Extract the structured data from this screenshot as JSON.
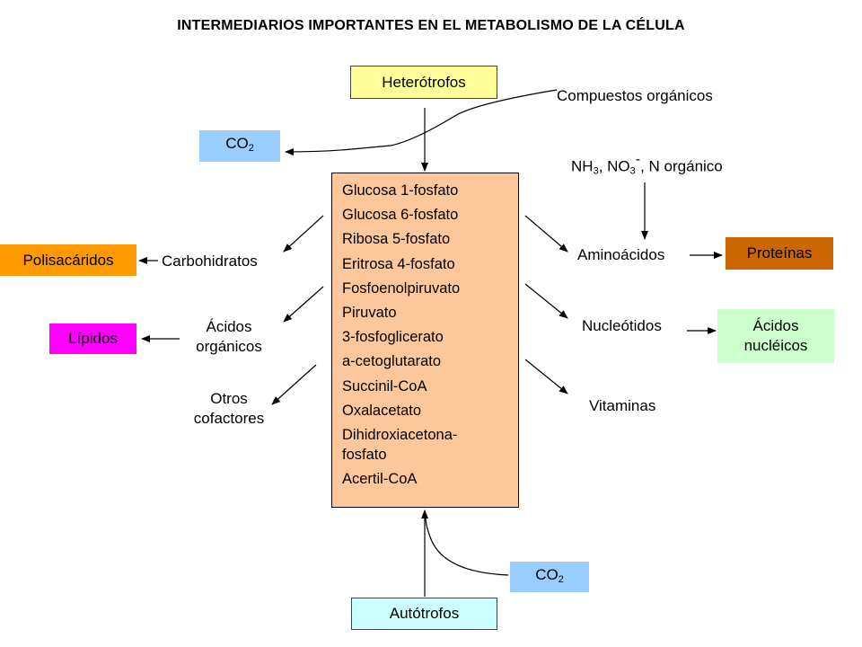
{
  "title": "INTERMEDIARIOS IMPORTANTES EN EL METABOLISMO DE LA CÉLULA",
  "heterotrofos": "Heterótrofos",
  "autotrofos": "Autótrofos",
  "compuestos": "Compuestos orgánicos",
  "co2_top": {
    "main": "CO",
    "sub": "2"
  },
  "co2_bottom": {
    "main": "CO",
    "sub": "2"
  },
  "nitrogen": {
    "nh": "NH",
    "nh_sub": "3",
    "no": ", NO",
    "no_sub": "3",
    "no_sup": "-",
    "rest": ", N orgánico"
  },
  "intermediates": [
    "Glucosa 1-fosfato",
    "Glucosa 6-fosfato",
    "Ribosa 5-fosfato",
    "Eritrosa 4-fosfato",
    "Fosfoenolpiruvato",
    "Piruvato",
    "3-fosfoglicerato",
    "a-cetoglutarato",
    "Succinil-CoA",
    "Oxalacetato",
    "Dihidroxiacetona-",
    "fosfato",
    "Acertil-CoA"
  ],
  "left": {
    "carbohidratos": "Carbohidratos",
    "polisacaridos": "Polisacáridos",
    "acidos_organicos_1": "Ácidos",
    "acidos_organicos_2": "orgánicos",
    "lipidos": "Lípidos",
    "otros_1": "Otros",
    "otros_2": "cofactores"
  },
  "right": {
    "aminoacidos": "Aminoácidos",
    "proteinas": "Proteínas",
    "nucleotidos": "Nucleótidos",
    "acidos_nucleicos_1": "Ácidos",
    "acidos_nucleicos_2": "nucléicos",
    "vitaminas": "Vitaminas"
  },
  "colors": {
    "heterotrofos": "#ffff99",
    "autotrofos": "#ccffff",
    "co2": "#99ccff",
    "central": "#fcc89b",
    "polisacaridos": "#ff9900",
    "lipidos": "#ff00ff",
    "proteinas": "#cc6600",
    "acidos_nucleicos": "#ccffcc"
  }
}
